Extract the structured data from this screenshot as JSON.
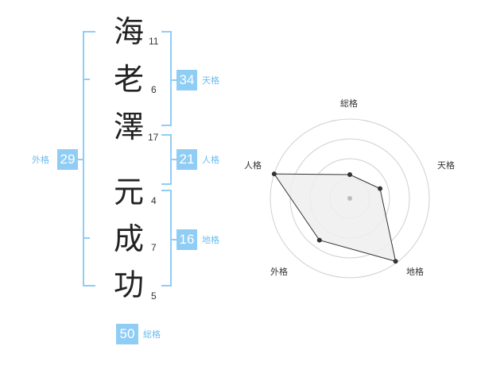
{
  "name_chars": [
    {
      "char": "海",
      "strokes": "11"
    },
    {
      "char": "老",
      "strokes": "6"
    },
    {
      "char": "澤",
      "strokes": "17"
    },
    {
      "char": "元",
      "strokes": "4"
    },
    {
      "char": "成",
      "strokes": "7"
    },
    {
      "char": "功",
      "strokes": "5"
    }
  ],
  "grids": {
    "tenkaku": {
      "value": "34",
      "label": "天格"
    },
    "jinkaku": {
      "value": "21",
      "label": "人格"
    },
    "chikaku": {
      "value": "16",
      "label": "地格"
    },
    "gaikaku": {
      "value": "29",
      "label": "外格"
    },
    "soukaku": {
      "value": "50",
      "label": "総格"
    }
  },
  "radar": {
    "axes": [
      "総格",
      "天格",
      "地格",
      "外格",
      "人格"
    ],
    "values": [
      0.3,
      0.4,
      0.98,
      0.65,
      1.0
    ],
    "rings": 4,
    "colors": {
      "ring": "#d0d0d0",
      "fill": "#efefef",
      "stroke": "#333333",
      "point": "#333333",
      "center": "#bbbbbb"
    }
  },
  "colors": {
    "accent_box": "#8fcdf5",
    "accent_text": "#6cbcec",
    "bracket": "#8fcdf5"
  }
}
